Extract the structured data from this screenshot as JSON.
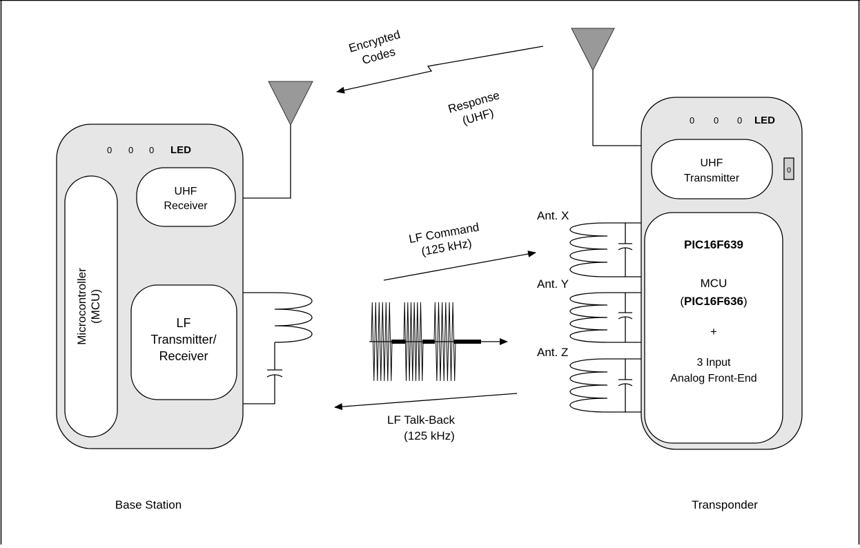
{
  "base_station": {
    "caption": "Base Station",
    "led_glyphs": [
      "0",
      "0",
      "0"
    ],
    "led_label": "LED",
    "mcu_label_line1": "Microcontroller",
    "mcu_label_line2": "(MCU)",
    "uhf_line1": "UHF",
    "uhf_line2": "Receiver",
    "lf_line1": "LF",
    "lf_line2": "Transmitter/",
    "lf_line3": "Receiver"
  },
  "transponder": {
    "caption": "Transponder",
    "led_glyphs": [
      "0",
      "0",
      "0"
    ],
    "led_label": "LED",
    "button_glyph": "0",
    "uhf_line1": "UHF",
    "uhf_line2": "Transmitter",
    "pic_title": "PIC16F639",
    "mcu_line": "MCU",
    "mcu_part_open": "(",
    "mcu_part_bold": "PIC16F636",
    "mcu_part_close": ")",
    "plus": "+",
    "afe_line1": "3 Input",
    "afe_line2": "Analog Front-End",
    "antennas": [
      "Ant. X",
      "Ant. Y",
      "Ant. Z"
    ]
  },
  "links": {
    "uhf_label_line1": "Encrypted",
    "uhf_label_line2": "Codes",
    "response_line1": "Response",
    "response_line2": "(UHF)",
    "lf_command_line1": "LF Command",
    "lf_command_line2": "(125 kHz)",
    "talkback_line1": "LF Talk-Back",
    "talkback_line2": "(125 kHz)"
  }
}
